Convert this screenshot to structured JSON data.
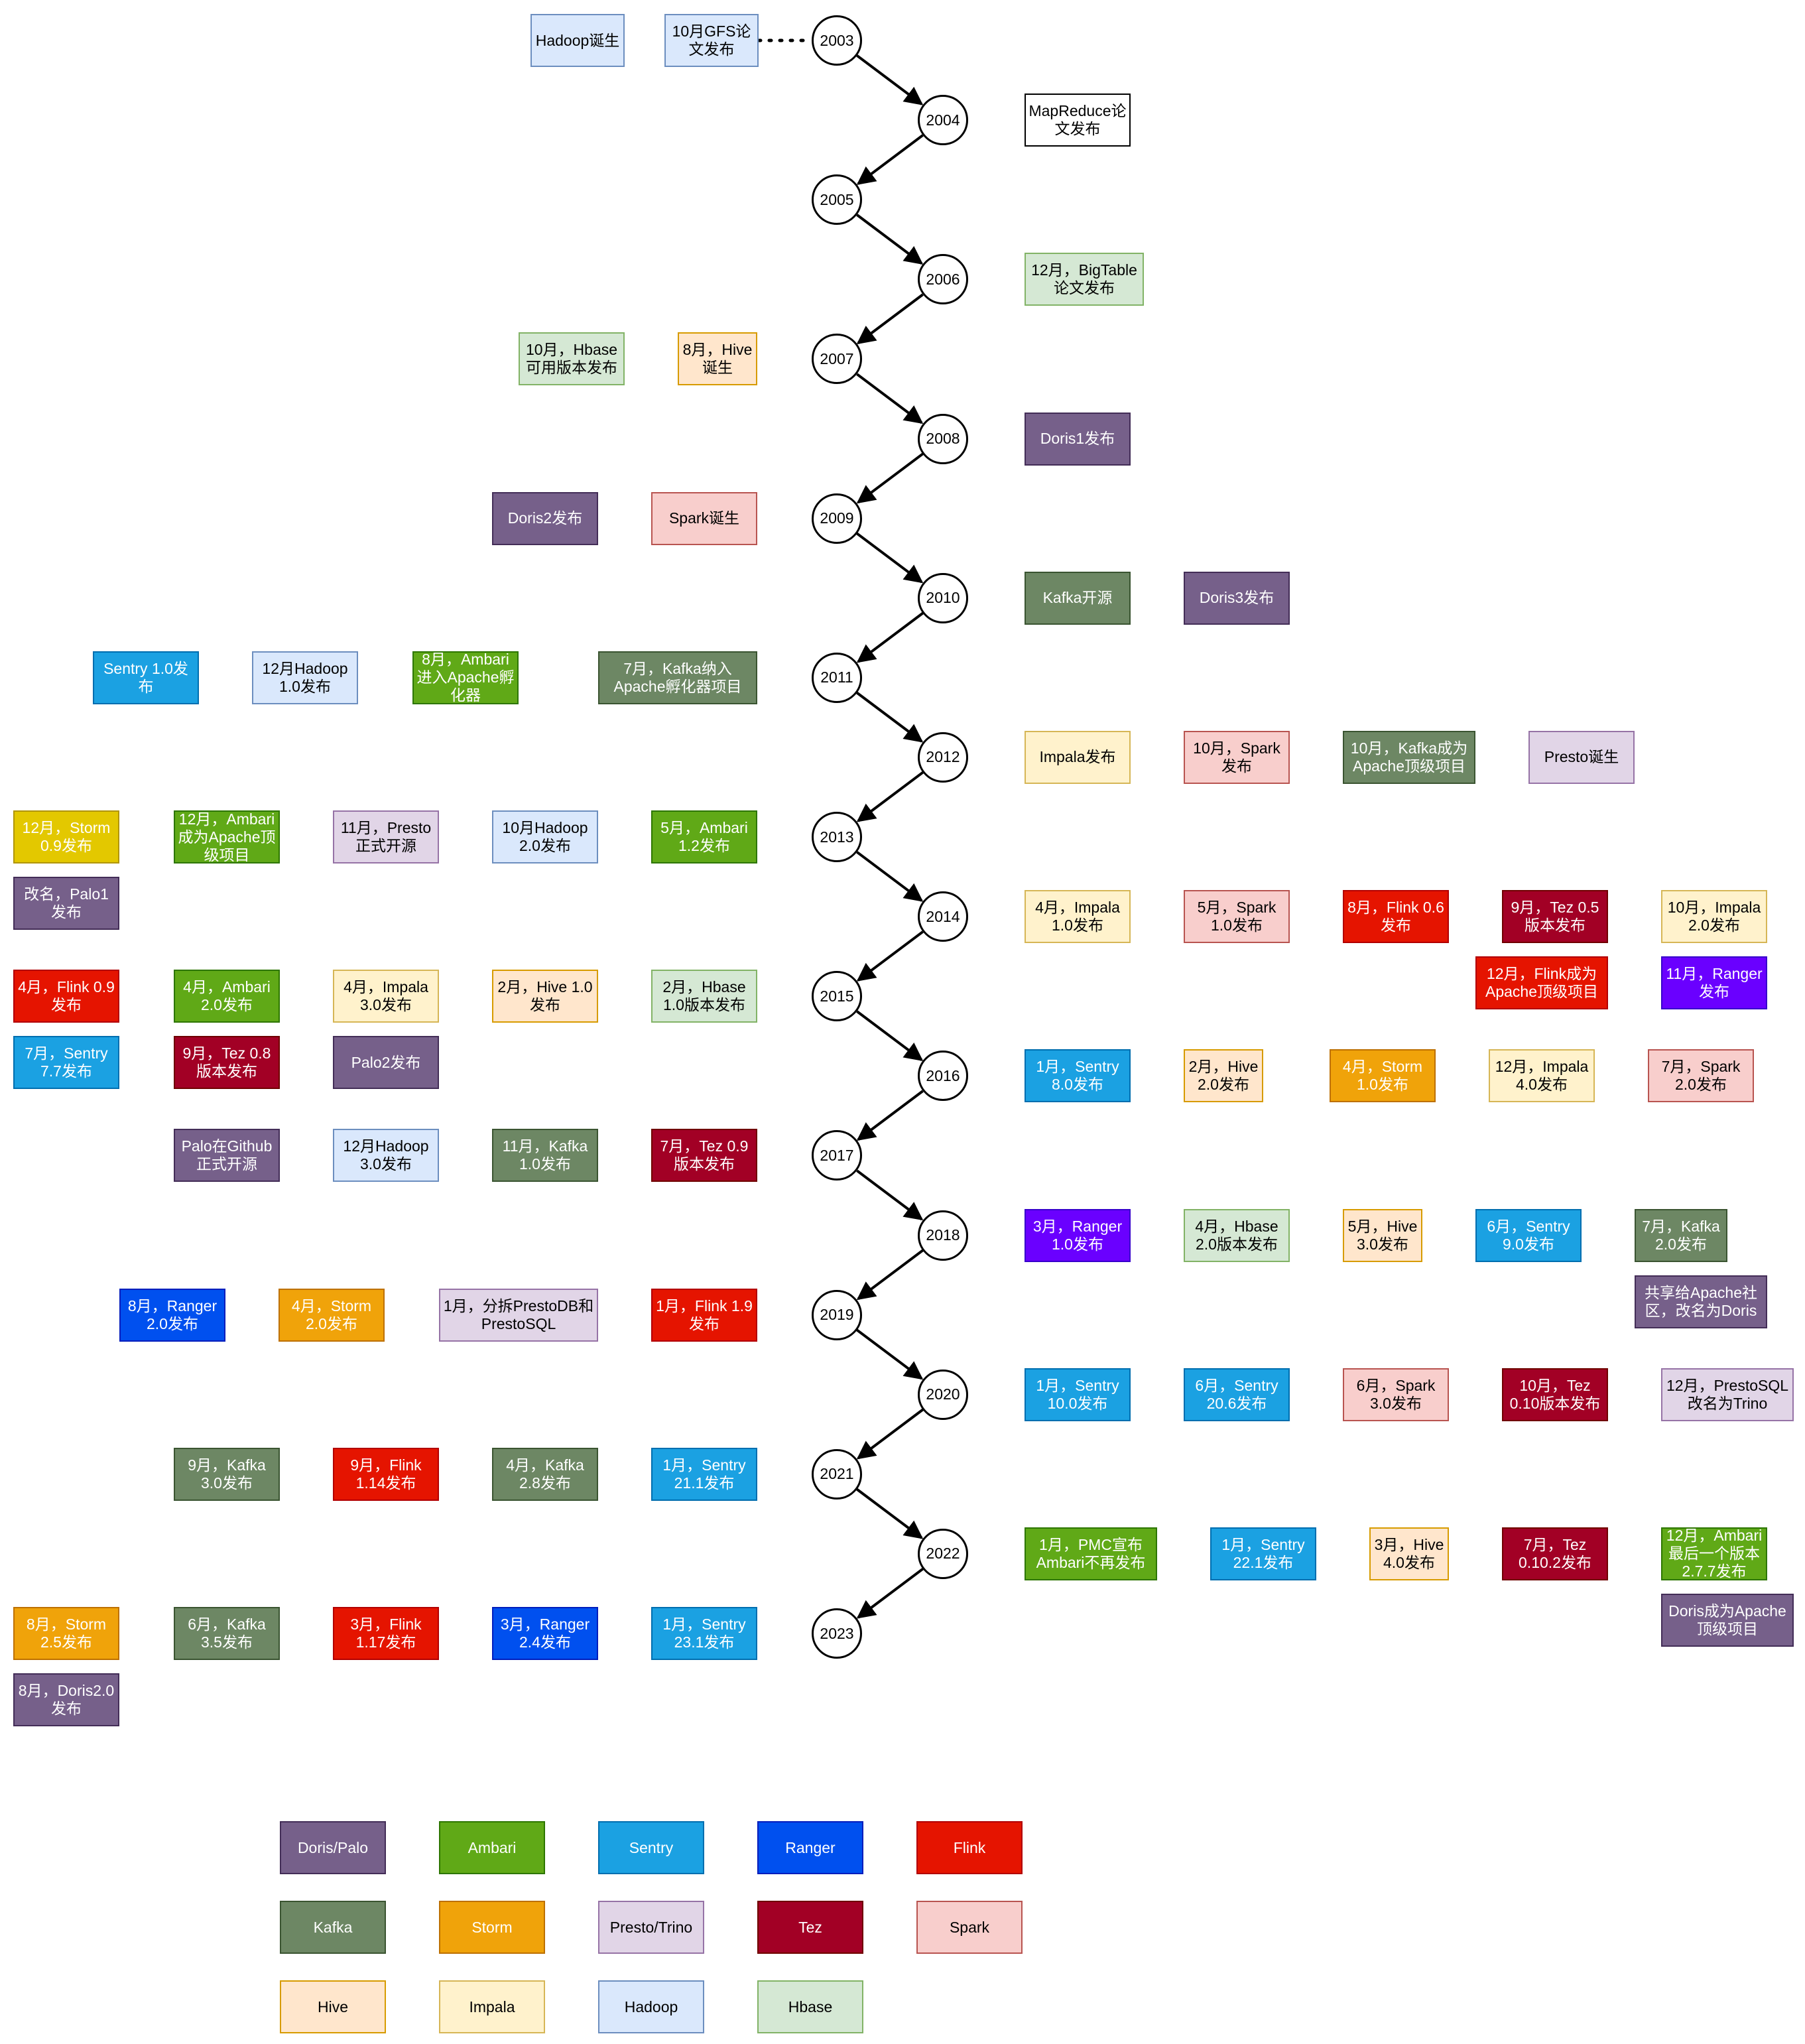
{
  "years": [
    "2003",
    "2004",
    "2005",
    "2006",
    "2007",
    "2008",
    "2009",
    "2010",
    "2011",
    "2012",
    "2013",
    "2014",
    "2015",
    "2016",
    "2017",
    "2018",
    "2019",
    "2020",
    "2021",
    "2022",
    "2023"
  ],
  "events": {
    "2003": {
      "left": [
        {
          "t": "Hadoop诞生",
          "c": "hadoop"
        },
        {
          "t": "10月GFS论文发布",
          "c": "hadoop"
        }
      ],
      "right": []
    },
    "2004": {
      "left": [],
      "right": [
        {
          "t": "MapReduce论文发布",
          "c": "plain"
        }
      ]
    },
    "2005": {
      "left": [],
      "right": []
    },
    "2006": {
      "left": [],
      "right": [
        {
          "t": "12月，BigTable论文发布",
          "c": "bigtab"
        }
      ]
    },
    "2007": {
      "left": [
        {
          "t": "10月，Hbase可用版本发布",
          "c": "hbase"
        },
        {
          "t": "8月，Hive诞生",
          "c": "hive"
        }
      ],
      "right": []
    },
    "2008": {
      "left": [],
      "right": [
        {
          "t": "Doris1发布",
          "c": "doris"
        }
      ]
    },
    "2009": {
      "left": [
        {
          "t": "Doris2发布",
          "c": "doris"
        },
        {
          "t": "Spark诞生",
          "c": "spark"
        }
      ],
      "right": []
    },
    "2010": {
      "left": [],
      "right": [
        {
          "t": "Kafka开源",
          "c": "kafka"
        },
        {
          "t": "Doris3发布",
          "c": "doris"
        }
      ]
    },
    "2011": {
      "left": [
        {
          "t": "Sentry 1.0发布",
          "c": "sentry"
        },
        {
          "t": "12月Hadoop 1.0发布",
          "c": "hadoop"
        },
        {
          "t": "8月，Ambari进入Apache孵化器",
          "c": "ambari"
        },
        {
          "t": "7月，Kafka纳入Apache孵化器项目",
          "c": "kafka"
        }
      ],
      "right": []
    },
    "2012": {
      "left": [],
      "right": [
        {
          "t": "Impala发布",
          "c": "impala"
        },
        {
          "t": "10月，Spark发布",
          "c": "spark"
        },
        {
          "t": "10月，Kafka成为Apache顶级项目",
          "c": "kafka"
        },
        {
          "t": "Presto诞生",
          "c": "presto"
        }
      ]
    },
    "2013": {
      "left": [
        {
          "t": "12月，Storm 0.9发布",
          "c": "storm2"
        },
        {
          "t": "12月，Ambari成为Apache顶级项目",
          "c": "ambari"
        },
        {
          "t": "11月，Presto正式开源",
          "c": "presto"
        },
        {
          "t": "10月Hadoop 2.0发布",
          "c": "hadoop"
        },
        {
          "t": "5月，Ambari 1.2发布",
          "c": "ambari"
        }
      ],
      "left2": [
        {
          "t": "改名，Palo1发布",
          "c": "doris"
        }
      ],
      "right": []
    },
    "2014": {
      "left": [],
      "right": [
        {
          "t": "4月，Impala 1.0发布",
          "c": "impala"
        },
        {
          "t": "5月，Spark 1.0发布",
          "c": "spark"
        },
        {
          "t": "8月，Flink 0.6发布",
          "c": "flink"
        },
        {
          "t": "9月，Tez 0.5版本发布",
          "c": "tez"
        },
        {
          "t": "10月，Impala 2.0发布",
          "c": "impala"
        }
      ],
      "right2": [
        {
          "t": "12月，Flink成为Apache顶级项目",
          "c": "flink"
        },
        {
          "t": "11月，Ranger发布",
          "c": "purple"
        }
      ]
    },
    "2015": {
      "left": [
        {
          "t": "4月，Flink 0.9发布",
          "c": "flink"
        },
        {
          "t": "4月，Ambari 2.0发布",
          "c": "ambari"
        },
        {
          "t": "4月，Impala 3.0发布",
          "c": "impala"
        },
        {
          "t": "2月，Hive 1.0发布",
          "c": "hive"
        },
        {
          "t": "2月，Hbase 1.0版本发布",
          "c": "hbase"
        }
      ],
      "left2": [
        {
          "t": "7月，Sentry 7.7发布",
          "c": "sentry"
        },
        {
          "t": "9月，Tez 0.8版本发布",
          "c": "tez"
        },
        {
          "t": "Palo2发布",
          "c": "doris"
        }
      ],
      "right": []
    },
    "2016": {
      "left": [],
      "right": [
        {
          "t": "1月，Sentry 8.0发布",
          "c": "sentry"
        },
        {
          "t": "2月，Hive 2.0发布",
          "c": "hive"
        },
        {
          "t": "4月，Storm 1.0发布",
          "c": "storm"
        },
        {
          "t": "12月，Impala 4.0发布",
          "c": "impala"
        },
        {
          "t": "7月，Spark 2.0发布",
          "c": "spark"
        }
      ]
    },
    "2017": {
      "left": [
        {
          "t": "Palo在Github正式开源",
          "c": "doris"
        },
        {
          "t": "12月Hadoop 3.0发布",
          "c": "hadoop"
        },
        {
          "t": "11月，Kafka 1.0发布",
          "c": "kafka"
        },
        {
          "t": "7月，Tez 0.9版本发布",
          "c": "tez"
        }
      ],
      "right": []
    },
    "2018": {
      "left": [],
      "right": [
        {
          "t": "3月，Ranger 1.0发布",
          "c": "purple"
        },
        {
          "t": "4月，Hbase 2.0版本发布",
          "c": "hbase"
        },
        {
          "t": "5月，Hive 3.0发布",
          "c": "hive"
        },
        {
          "t": "6月，Sentry 9.0发布",
          "c": "sentry"
        },
        {
          "t": "7月，Kafka 2.0发布",
          "c": "kafka"
        }
      ],
      "right2": [
        {
          "t": "共享给Apache社区，改名为Doris",
          "c": "doris"
        }
      ]
    },
    "2019": {
      "left": [
        {
          "t": "8月，Ranger 2.0发布",
          "c": "ranger"
        },
        {
          "t": "4月，Storm 2.0发布",
          "c": "storm"
        },
        {
          "t": "1月，分拆PrestoDB和PrestoSQL",
          "c": "presto"
        },
        {
          "t": "1月，Flink 1.9发布",
          "c": "flink"
        }
      ],
      "right": []
    },
    "2020": {
      "left": [],
      "right": [
        {
          "t": "1月，Sentry 10.0发布",
          "c": "sentry"
        },
        {
          "t": "6月，Sentry 20.6发布",
          "c": "sentry"
        },
        {
          "t": "6月，Spark 3.0发布",
          "c": "spark"
        },
        {
          "t": "10月，Tez 0.10版本发布",
          "c": "tez"
        },
        {
          "t": "12月，PrestoSQL改名为Trino",
          "c": "presto"
        }
      ]
    },
    "2021": {
      "left": [
        {
          "t": "9月，Kafka 3.0发布",
          "c": "kafka"
        },
        {
          "t": "9月，Flink 1.14发布",
          "c": "flink"
        },
        {
          "t": "4月，Kafka 2.8发布",
          "c": "kafka"
        },
        {
          "t": "1月，Sentry 21.1发布",
          "c": "sentry"
        }
      ],
      "right": []
    },
    "2022": {
      "left": [],
      "right": [
        {
          "t": "1月，PMC宣布Ambari不再发布",
          "c": "ambari"
        },
        {
          "t": "1月，Sentry 22.1发布",
          "c": "sentry"
        },
        {
          "t": "3月，Hive 4.0发布",
          "c": "hive"
        },
        {
          "t": "7月，Tez 0.10.2发布",
          "c": "tez"
        },
        {
          "t": "12月，Ambari最后一个版本2.7.7发布",
          "c": "ambari"
        }
      ],
      "right2": [
        {
          "t": "Doris成为Apache顶级项目",
          "c": "doris"
        }
      ]
    },
    "2023": {
      "left": [
        {
          "t": "8月，Storm 2.5发布",
          "c": "storm"
        },
        {
          "t": "6月，Kafka 3.5发布",
          "c": "kafka"
        },
        {
          "t": "3月，Flink 1.17发布",
          "c": "flink"
        },
        {
          "t": "3月，Ranger 2.4发布",
          "c": "ranger"
        },
        {
          "t": "1月，Sentry 23.1发布",
          "c": "sentry"
        }
      ],
      "left2": [
        {
          "t": "8月，Doris2.0发布",
          "c": "doris"
        }
      ],
      "right": []
    }
  },
  "legend": [
    {
      "t": "Doris/Palo",
      "c": "doris"
    },
    {
      "t": "Ambari",
      "c": "ambari"
    },
    {
      "t": "Sentry",
      "c": "sentry"
    },
    {
      "t": "Ranger",
      "c": "ranger"
    },
    {
      "t": "Flink",
      "c": "flink"
    },
    {
      "t": "Kafka",
      "c": "kafka"
    },
    {
      "t": "Storm",
      "c": "storm"
    },
    {
      "t": "Presto/Trino",
      "c": "presto"
    },
    {
      "t": "Tez",
      "c": "tez"
    },
    {
      "t": "Spark",
      "c": "spark"
    },
    {
      "t": "Hive",
      "c": "hive"
    },
    {
      "t": "Impala",
      "c": "impala"
    },
    {
      "t": "Hadoop",
      "c": "hadoop"
    },
    {
      "t": "Hbase",
      "c": "hbase"
    }
  ]
}
